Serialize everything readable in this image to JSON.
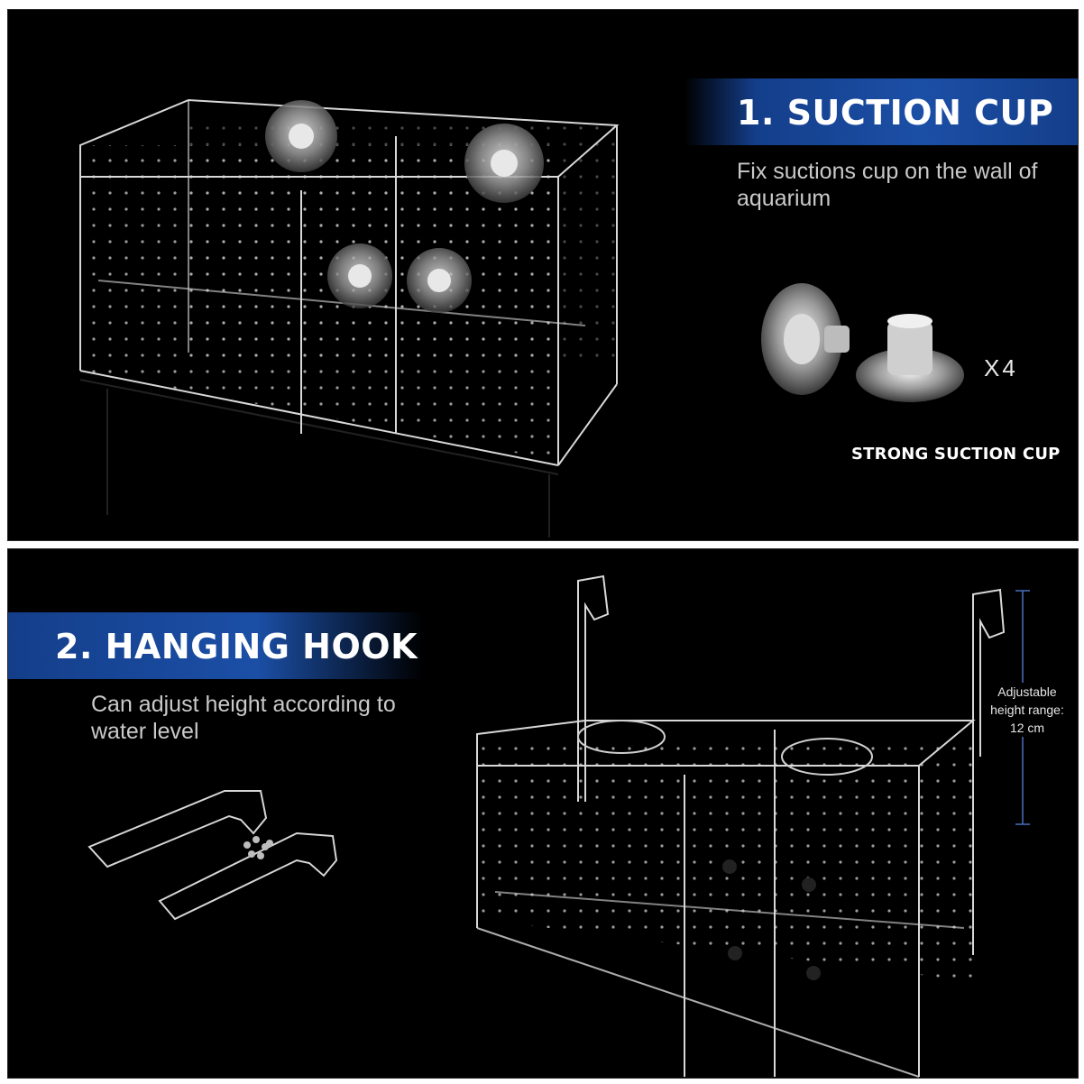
{
  "section1": {
    "title": "1. SUCTION CUP",
    "description": "Fix suctions cup on the wall of aquarium",
    "caption": "STRONG SUCTION CUP",
    "quantity": "X4"
  },
  "section2": {
    "title": "2. HANGING HOOK",
    "description": "Can adjust height according to water level",
    "adjust_label": "Adjustable height range: 12 cm"
  },
  "colors": {
    "banner": "#1b4fa6",
    "background": "#000000",
    "text": "#ffffff"
  }
}
